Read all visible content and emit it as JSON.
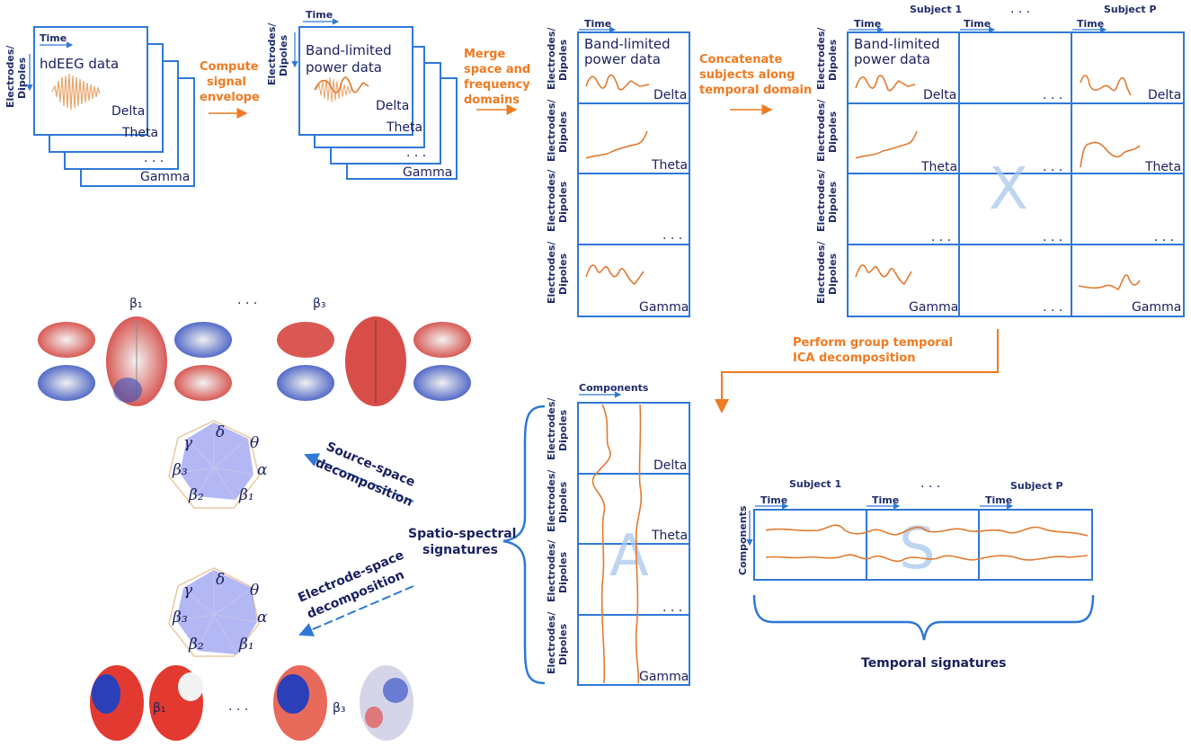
{
  "labels": {
    "time": "Time",
    "electrodes_top": "Electrodes/",
    "electrodes_bot": "Dipoles",
    "components": "Components",
    "dots": ". . ."
  },
  "stack1": {
    "title": "hdEEG data",
    "bands": [
      "Delta",
      "Theta",
      ". . .",
      "Gamma"
    ]
  },
  "stack2": {
    "title_l1": "Band-limited",
    "title_l2": "power data",
    "bands": [
      "Delta",
      "Theta",
      ". . .",
      "Gamma"
    ]
  },
  "steps": {
    "compute": [
      "Compute",
      "signal",
      "envelope"
    ],
    "merge": [
      "Merge",
      "space and",
      "frequency",
      "domains"
    ],
    "concat": [
      "Concatenate",
      "subjects along",
      "temporal domain"
    ],
    "ica": [
      "Perform group temporal",
      "ICA decomposition"
    ]
  },
  "column": {
    "title_l1": "Band-limited",
    "title_l2": "power data",
    "bands": [
      "Delta",
      "Theta",
      ". . .",
      "Gamma"
    ]
  },
  "matrixX": {
    "subject1": "Subject 1",
    "subjectP": "Subject P",
    "letter": "X",
    "title_l1": "Band-limited",
    "title_l2": "power data",
    "bands": [
      "Delta",
      "Theta",
      ". . .",
      "Gamma"
    ]
  },
  "matrixA": {
    "letter": "A",
    "bands": [
      "Delta",
      "Theta",
      ". . .",
      "Gamma"
    ]
  },
  "matrixS": {
    "letter": "S",
    "subject1": "Subject 1",
    "subjectP": "Subject P"
  },
  "signatures": {
    "spatio_l1": "Spatio-spectral",
    "spatio_l2": "signatures",
    "temporal": "Temporal signatures",
    "source_l1": "Source-space",
    "source_l2": "decomposition",
    "electrode_l1": "Electrode-space",
    "electrode_l2": "decomposition"
  },
  "betas": {
    "b1": "β₁",
    "b3": "β₃"
  },
  "spider_axes": [
    "δ",
    "θ",
    "α",
    "β₁",
    "β₂",
    "β₃",
    "γ"
  ],
  "colors": {
    "blue": "#2f78d6",
    "orange": "#f07a21",
    "navy": "#1a1f5e",
    "trace": "#e07a30"
  }
}
